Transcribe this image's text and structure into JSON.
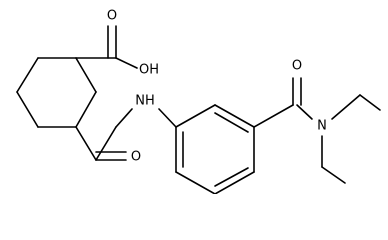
{
  "diagram": {
    "type": "chemical-structure",
    "atom_labels": {
      "carboxyl_oxygen": "O",
      "hydroxyl": "OH",
      "amide_oxygen": "O",
      "amide_nh": "NH",
      "benzamide_oxygen": "O",
      "amine_nitrogen": "N"
    }
  }
}
